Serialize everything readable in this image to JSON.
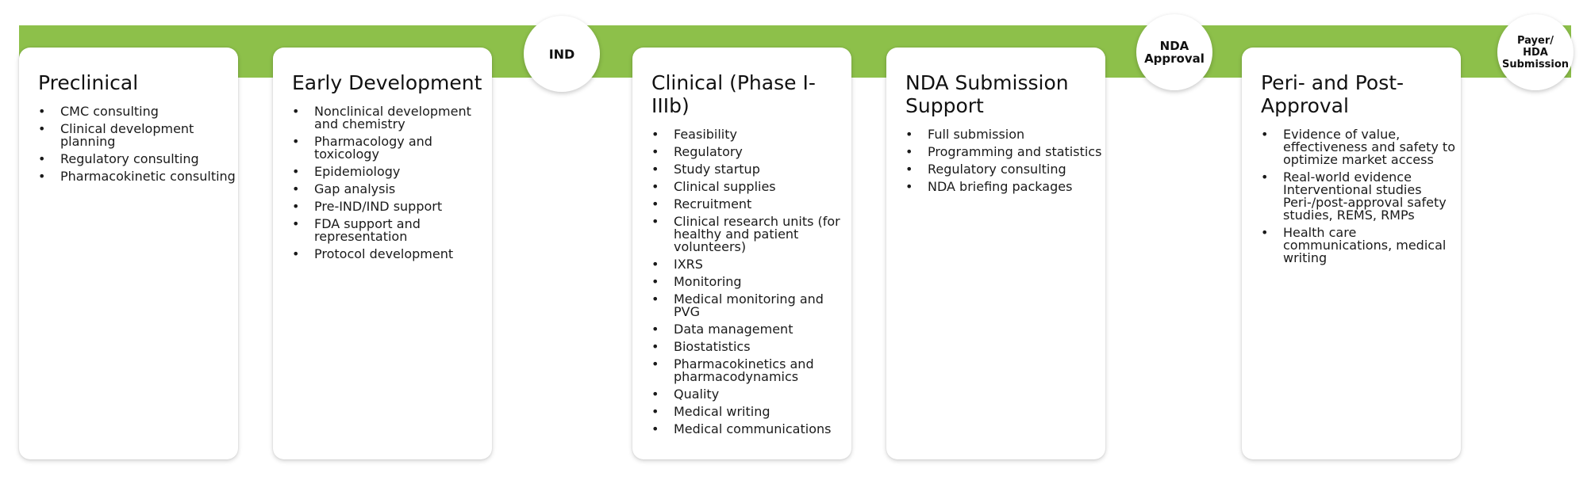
{
  "colors": {
    "band": "#8dc04a",
    "card": "#ffffff",
    "milestone": "#ffffff"
  },
  "milestones": {
    "ind": "IND",
    "nda": "NDA\nApproval",
    "payer": "Payer/\nHDA\nSubmission"
  },
  "cards": [
    {
      "title": "Preclinical",
      "items": [
        "CMC consulting",
        "Clinical development planning",
        "Regulatory consulting",
        "Pharmacokinetic consulting"
      ]
    },
    {
      "title": "Early Development",
      "items": [
        "Nonclinical development and chemistry",
        "Pharmacology and toxicology",
        "Epidemiology",
        "Gap analysis",
        "Pre-IND/IND support",
        "FDA support and representation",
        "Protocol development"
      ]
    },
    {
      "title": "Clinical (Phase I-IIIb)",
      "items": [
        "Feasibility",
        "Regulatory",
        "Study startup",
        "Clinical supplies",
        "Recruitment",
        "Clinical research units (for healthy and patient volunteers)",
        "IXRS",
        "Monitoring",
        "Medical monitoring and PVG",
        "Data management",
        "Biostatistics",
        "Pharmacokinetics and pharmacodynamics",
        "Quality",
        "Medical writing",
        "Medical communications"
      ]
    },
    {
      "title": "NDA Submission Support",
      "items": [
        "Full submission",
        "Programming and statistics",
        "Regulatory consulting",
        "NDA briefing packages"
      ]
    },
    {
      "title": "Peri- and Post-Approval",
      "items": [
        "Evidence of value, effectiveness and safety to optimize market access",
        "Real-world evidence Interventional studies Peri-/post-approval safety studies, REMS, RMPs",
        "Health care communications, medical writing"
      ]
    }
  ]
}
